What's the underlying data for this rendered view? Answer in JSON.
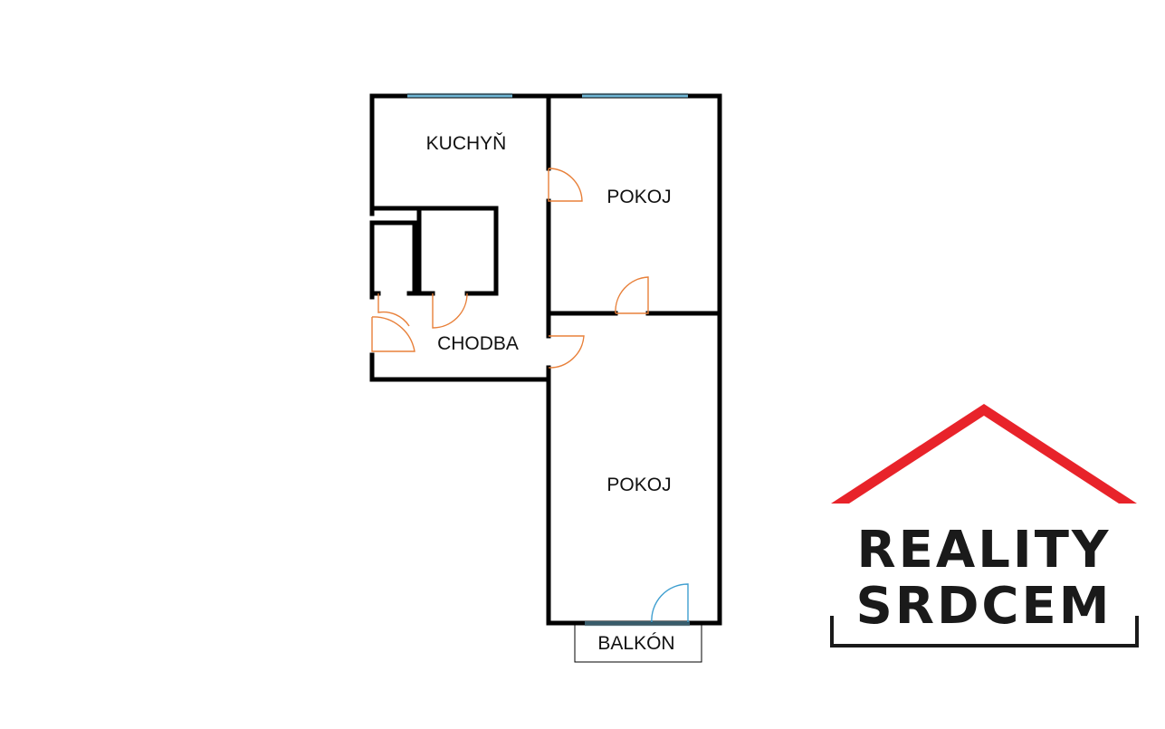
{
  "floorplan": {
    "rooms": {
      "kitchen": "KUCHYŇ",
      "room_top": "POKOJ",
      "hallway": "CHODBA",
      "room_bottom": "POKOJ",
      "balcony": "BALKÓN"
    }
  },
  "logo": {
    "line1": "REALITY",
    "line2": "SRDCEM",
    "roof_color": "#e8232a",
    "text_color": "#1a1a1a"
  }
}
